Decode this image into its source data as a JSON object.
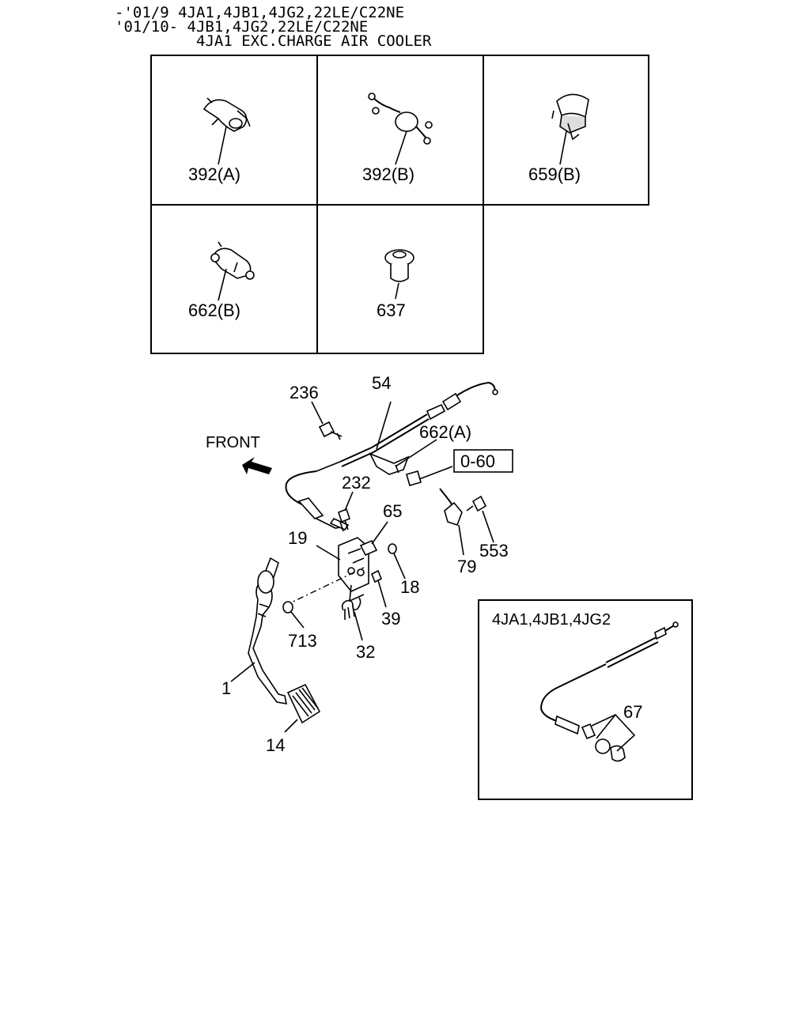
{
  "header": {
    "line1": "-'01/9 4JA1,4JB1,4JG2,22LE/C22NE",
    "line2": "'01/10- 4JB1,4JG2,22LE/C22NE",
    "line3": "4JA1 EXC.CHARGE AIR COOLER"
  },
  "grid_parts": [
    {
      "label": "392(A)",
      "icon": "hose-clip-icon"
    },
    {
      "label": "392(B)",
      "icon": "wire-clip-icon"
    },
    {
      "label": "659(B)",
      "icon": "cable-clamp-icon"
    },
    {
      "label": "662(B)",
      "icon": "double-clip-icon"
    },
    {
      "label": "637",
      "icon": "push-grommet-icon"
    }
  ],
  "front_label": "FRONT",
  "reference_box": "0-60",
  "callouts": {
    "c236": "236",
    "c54": "54",
    "c662a": "662(A)",
    "c232": "232",
    "c65": "65",
    "c19": "19",
    "c553": "553",
    "c79": "79",
    "c18": "18",
    "c39": "39",
    "c713": "713",
    "c32": "32",
    "c1": "1",
    "c14": "14"
  },
  "inset": {
    "title": "4JA1,4JB1,4JG2",
    "callout": "67"
  }
}
